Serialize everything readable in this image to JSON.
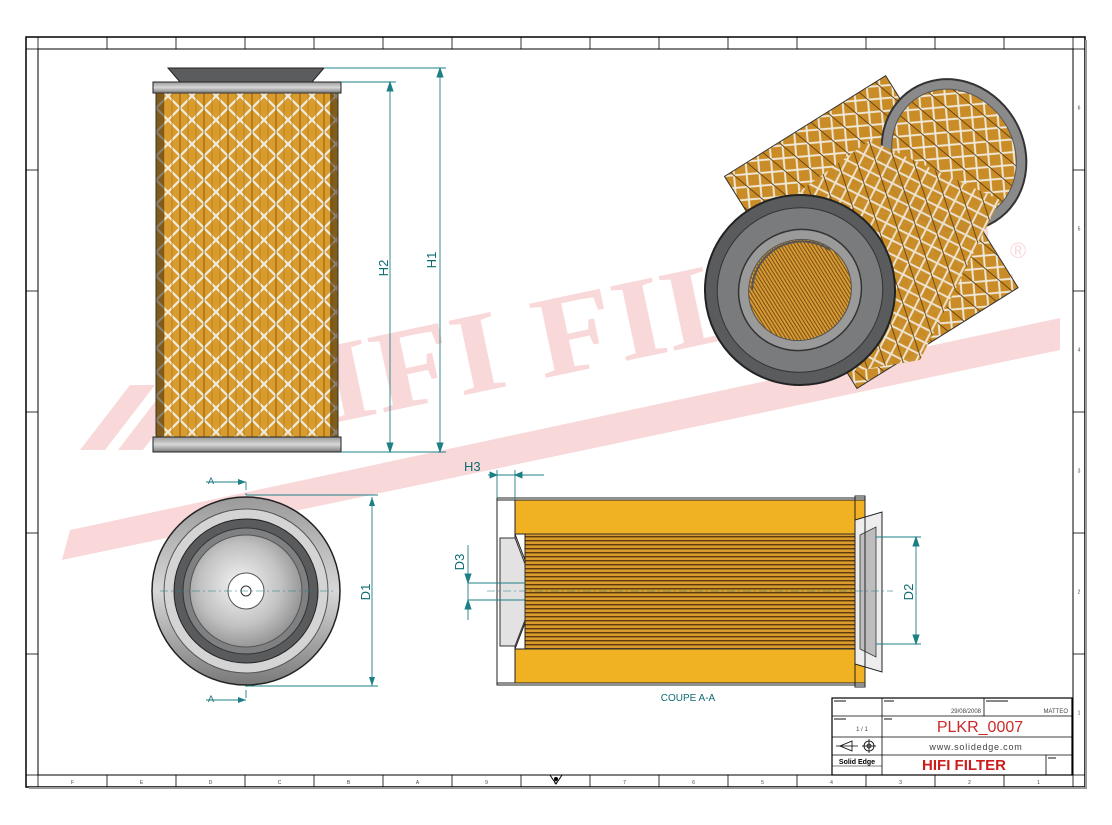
{
  "drawing": {
    "watermark": "HIFI FILTER",
    "watermark_mark": "®",
    "dimensions": {
      "h1": "H1",
      "h2": "H2",
      "h3": "H3",
      "d1": "D1",
      "d2": "D2",
      "d3": "D3"
    },
    "section_marker": "A",
    "section_label": "COUPE A-A",
    "frame_columns": [
      "F",
      "E",
      "D",
      "C",
      "B",
      "A",
      "9",
      "8",
      "7",
      "6",
      "5",
      "4",
      "3",
      "2",
      "1"
    ],
    "frame_rows": [
      "6",
      "5",
      "4",
      "3",
      "2",
      "1"
    ]
  },
  "title_block": {
    "date": "29/08/2008",
    "author": "MATTEO",
    "sheet": "1 / 1",
    "part_number": "PLKR_0007",
    "website": "www.solidedge.com",
    "software": "Solid Edge",
    "company": "HIFI FILTER",
    "colors": {
      "part_number": "#cc2a2a",
      "company": "#cc1c1c"
    }
  },
  "colors": {
    "filter_media": "#e7b64a",
    "section_band": "#f0b222",
    "metal_dark": "#4e4f51",
    "dimension": "#1d7f86",
    "watermark": "#f3a3a7"
  }
}
